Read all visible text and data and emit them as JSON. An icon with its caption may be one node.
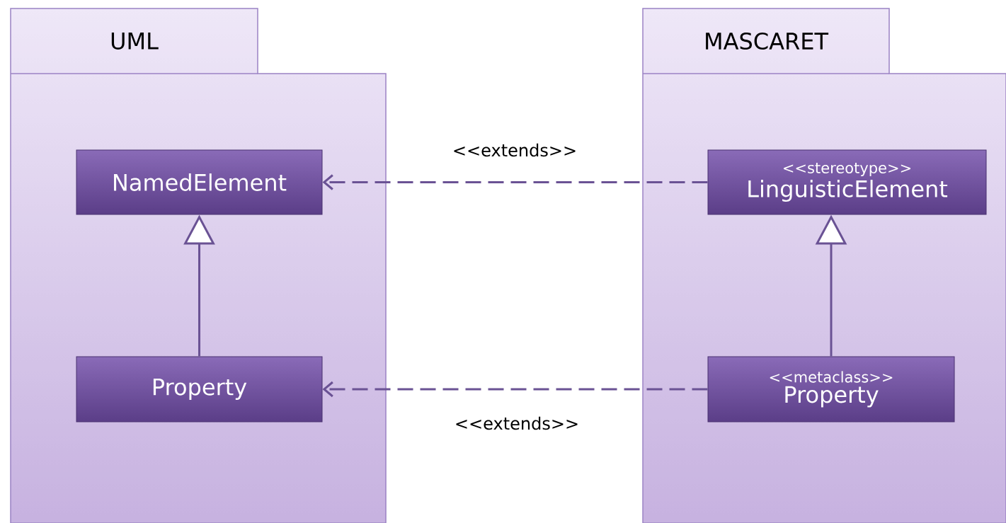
{
  "diagram": {
    "nodes": [
      {
        "text": [
          "UML"
        ]
      },
      {
        "text": [
          "NamedElement"
        ],
        "in": 0
      },
      {
        "text": [
          "Property"
        ],
        "in": 0
      },
      {
        "text": [
          "MASCARET"
        ]
      },
      {
        "text": [
          "<<stereotype>>",
          "LinguisticElement"
        ],
        "in": 3
      },
      {
        "text": [
          "<<metaclass>>",
          "Property"
        ],
        "in": 3
      }
    ],
    "edges": [
      {
        "from": 2,
        "to": 1,
        "arrow": "to"
      },
      {
        "from": 5,
        "to": 4,
        "arrow": "to"
      },
      {
        "from": 4,
        "to": 1,
        "arrow": "to",
        "style": "dashed",
        "label": "<<extends>>"
      },
      {
        "from": 5,
        "to": 2,
        "arrow": "to",
        "style": "dashed",
        "label": "<<extends>>"
      }
    ]
  }
}
